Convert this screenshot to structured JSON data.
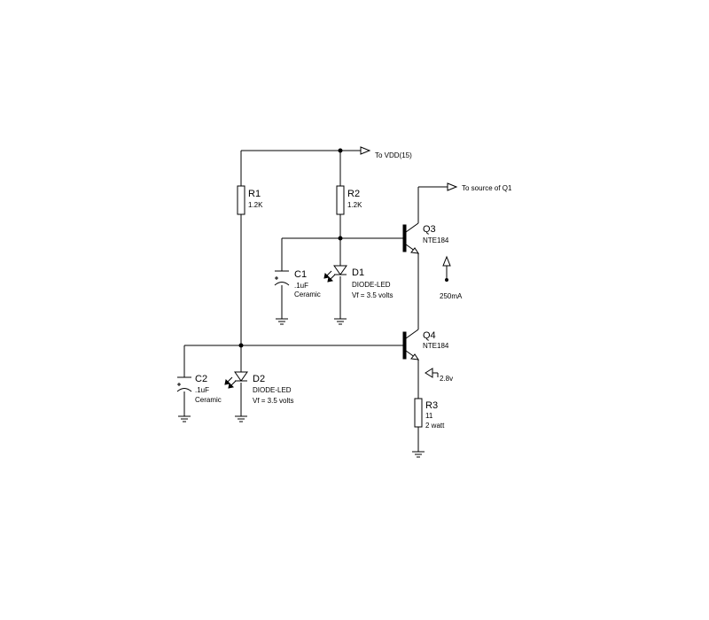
{
  "ports": {
    "vdd": "To VDD(15)",
    "q1_source": "To source of Q1"
  },
  "r1": {
    "ref": "R1",
    "value": "1.2K"
  },
  "r2": {
    "ref": "R2",
    "value": "1.2K"
  },
  "r3": {
    "ref": "R3",
    "value": "11",
    "rating": "2 watt"
  },
  "c1": {
    "ref": "C1",
    "value": ".1uF",
    "type": "Ceramic"
  },
  "c2": {
    "ref": "C2",
    "value": ".1uF",
    "type": "Ceramic"
  },
  "d1": {
    "ref": "D1",
    "part": "DIODE-LED",
    "vf": "Vf = 3.5 volts"
  },
  "d2": {
    "ref": "D2",
    "part": "DIODE-LED",
    "vf": "Vf = 3.5 volts"
  },
  "q3": {
    "ref": "Q3",
    "part": "NTE184"
  },
  "q4": {
    "ref": "Q4",
    "part": "NTE184"
  },
  "annotations": {
    "current": "250mA",
    "voltage": "2.8v"
  }
}
